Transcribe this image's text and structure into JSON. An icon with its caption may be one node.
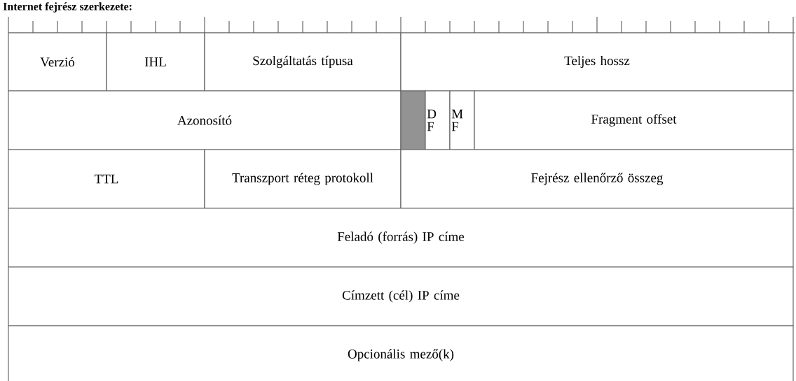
{
  "diagram": {
    "title": "Internet fejrész szerkezete:",
    "nodes": [
      {
        "text": [
          "Verzió"
        ]
      },
      {
        "text": [
          "IHL"
        ]
      },
      {
        "text": [
          "Szolgáltatás típusa"
        ]
      },
      {
        "text": [
          "Teljes hossz"
        ]
      },
      {
        "text": [
          "Azonosító"
        ]
      },
      {
        "text": [],
        "shape": "box"
      },
      {
        "text": [
          "D F"
        ]
      },
      {
        "text": [
          "M F"
        ]
      },
      {
        "text": [
          "Fragment offset"
        ]
      },
      {
        "text": [
          "TTL"
        ]
      },
      {
        "text": [
          "Transzport réteg protokoll"
        ]
      },
      {
        "text": [
          "Fejrész ellenőrző összeg"
        ]
      },
      {
        "text": [
          "Feladó (forrás) IP címe"
        ]
      },
      {
        "text": [
          "Címzett (cél) IP címe"
        ]
      },
      {
        "text": [
          "Opcionális mező(k)"
        ]
      }
    ]
  }
}
